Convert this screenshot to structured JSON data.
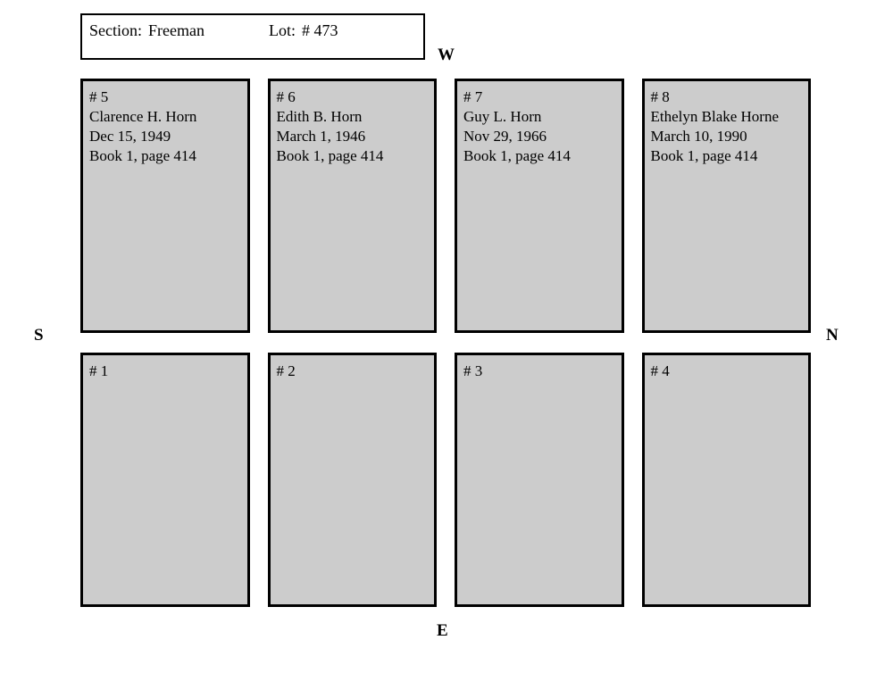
{
  "header": {
    "section_label": "Section:",
    "section_value": "Freeman",
    "lot_label": "Lot:",
    "lot_value": "#  473"
  },
  "compass": {
    "west": "W",
    "south": "S",
    "north": "N",
    "east": "E"
  },
  "plots": {
    "top_row": [
      {
        "number": "# 5",
        "name": "Clarence H. Horn",
        "date": "Dec 15, 1949",
        "reference": "Book 1, page 414"
      },
      {
        "number": "# 6",
        "name": "Edith B. Horn",
        "date": "March 1, 1946",
        "reference": "Book 1, page 414"
      },
      {
        "number": "# 7",
        "name": "Guy L. Horn",
        "date": "Nov 29, 1966",
        "reference": "Book 1, page 414"
      },
      {
        "number": "# 8",
        "name": "Ethelyn Blake Horne",
        "date": "March 10, 1990",
        "reference": "Book 1, page 414"
      }
    ],
    "bottom_row": [
      {
        "number": "# 1",
        "name": "",
        "date": "",
        "reference": ""
      },
      {
        "number": "# 2",
        "name": "",
        "date": "",
        "reference": ""
      },
      {
        "number": "# 3",
        "name": "",
        "date": "",
        "reference": ""
      },
      {
        "number": "# 4",
        "name": "",
        "date": "",
        "reference": ""
      }
    ]
  }
}
